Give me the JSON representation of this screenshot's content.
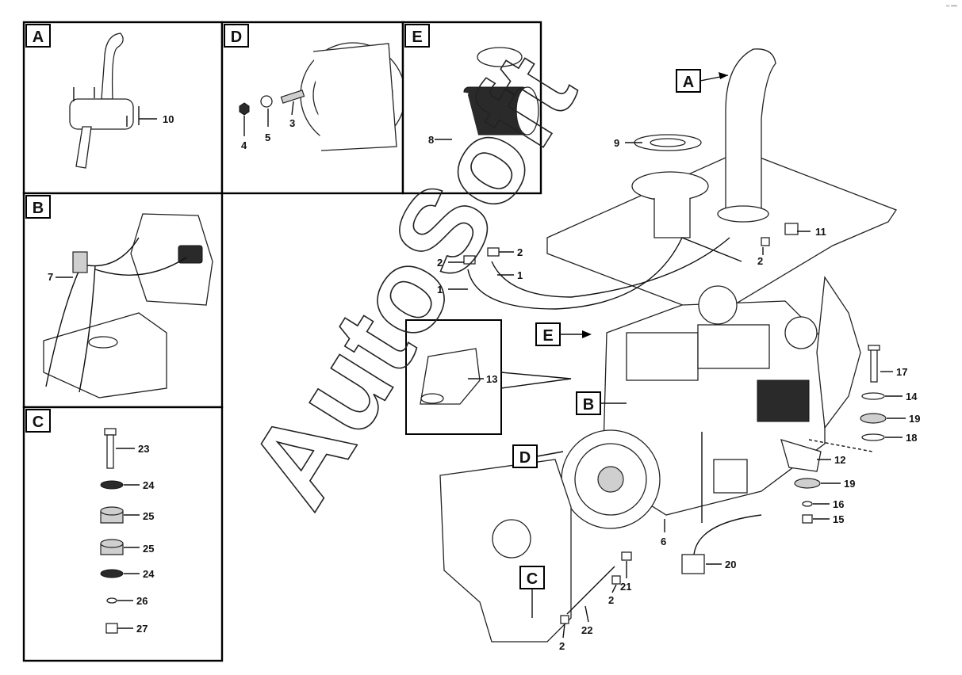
{
  "panels": {
    "A": {
      "letter": "A",
      "callouts": [
        "10"
      ]
    },
    "B": {
      "letter": "B",
      "callouts": [
        "7"
      ]
    },
    "C": {
      "letter": "C",
      "callouts": [
        "23",
        "24",
        "25",
        "25",
        "24",
        "26",
        "27"
      ]
    },
    "D": {
      "letter": "D",
      "callouts": [
        "4",
        "5",
        "3"
      ]
    },
    "E": {
      "letter": "E",
      "callouts": [
        "8"
      ]
    }
  },
  "main_view": {
    "section_tags": [
      "A",
      "E",
      "B",
      "D",
      "C"
    ],
    "callouts": [
      "9",
      "11",
      "2",
      "2",
      "2",
      "1",
      "1",
      "13",
      "17",
      "14",
      "19",
      "18",
      "12",
      "19",
      "16",
      "15",
      "6",
      "20",
      "21",
      "2",
      "22",
      "2"
    ]
  },
  "watermark": "AutoSoft",
  "corner_mark": "ⁿᵉ ʷʷᵉ"
}
